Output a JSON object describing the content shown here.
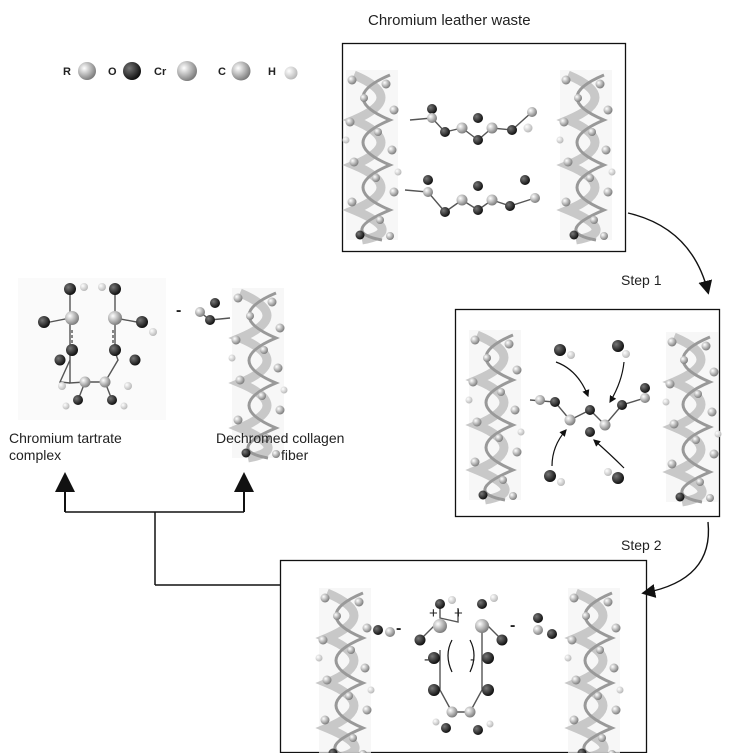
{
  "title": "Chromium leather waste",
  "legend": [
    {
      "symbol": "R",
      "color": "#9a9a9a"
    },
    {
      "symbol": "O",
      "color": "#1e1e1e"
    },
    {
      "symbol": "Cr",
      "color": "#a8a8a8"
    },
    {
      "symbol": "C",
      "color": "#7a7a7a"
    },
    {
      "symbol": "H",
      "color": "#d4d4d4"
    }
  ],
  "steps": {
    "step1": "Step 1",
    "step2": "Step 2"
  },
  "products": {
    "complex_line1": "Chromium tartrate",
    "complex_line2": "complex",
    "fiber_line1": "Dechromed collagen",
    "fiber_line2": "fiber"
  },
  "charges": {
    "minus": "-",
    "plus": "+"
  }
}
